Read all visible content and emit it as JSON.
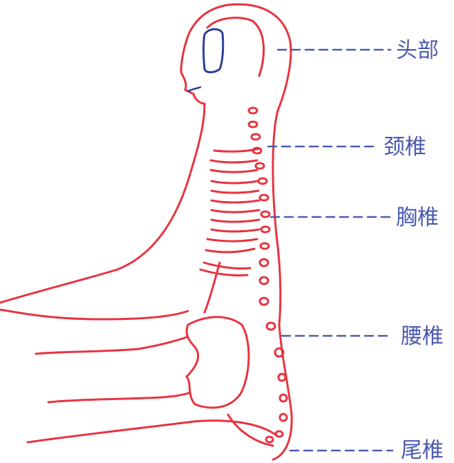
{
  "colors": {
    "outline": "#e8333f",
    "eye": "#2b3f9a",
    "leader": "#4b5bb0",
    "label_text": "#4b5bb0"
  },
  "labels": {
    "head": "头部",
    "cervical": "颈椎",
    "thoracic": "胸椎",
    "lumbar": "腰椎",
    "coccyx": "尾椎"
  }
}
